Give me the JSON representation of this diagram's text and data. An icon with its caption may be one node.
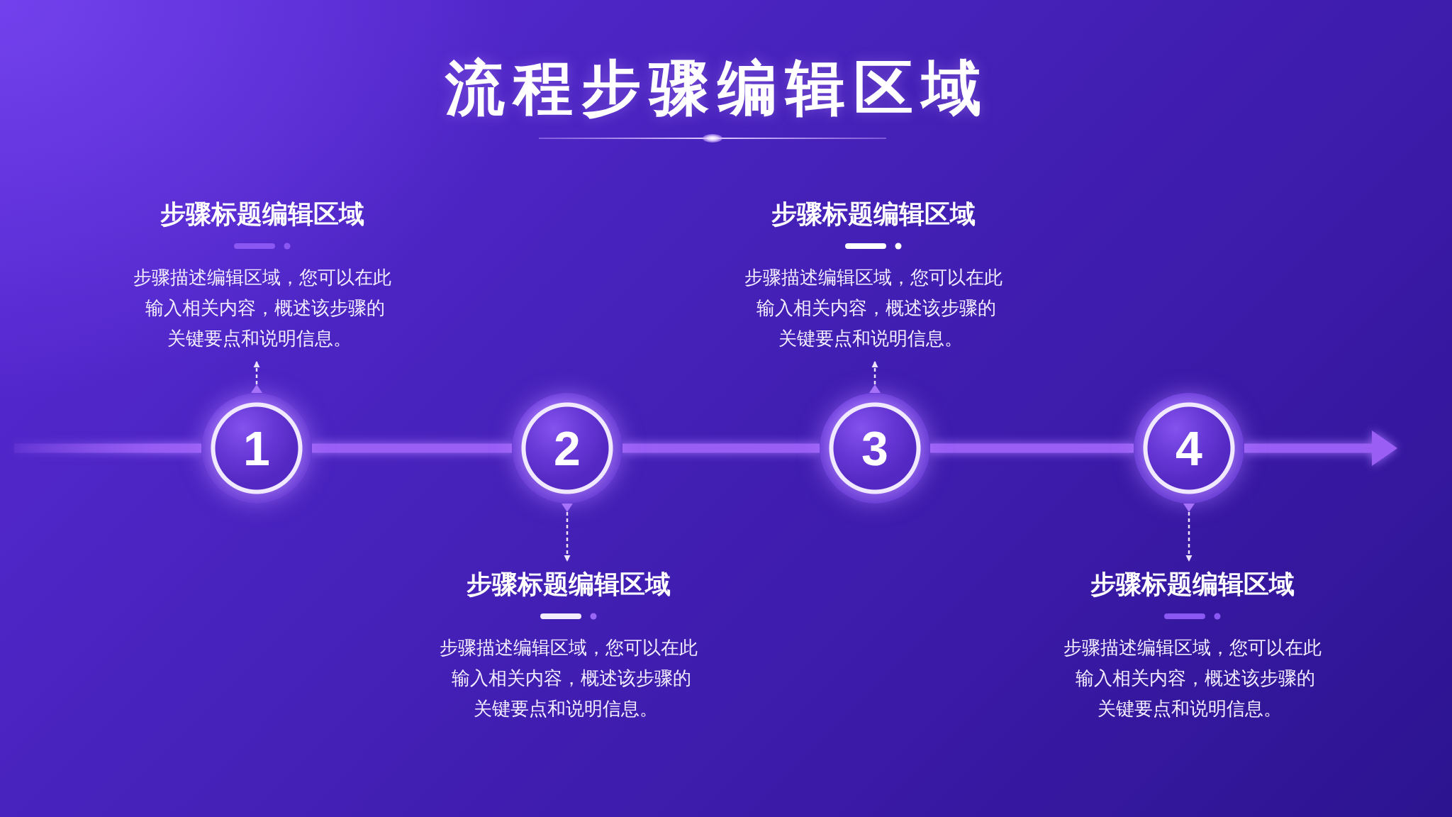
{
  "diagram": {
    "title": "流程步骤编辑区域",
    "nodes": [
      {
        "text": [
          "1"
        ]
      },
      {
        "text": [
          "2"
        ]
      },
      {
        "text": [
          "3"
        ]
      },
      {
        "text": [
          "4"
        ]
      },
      {
        "text": [
          "步骤标题编辑区域",
          "步骤描述编辑区域，您可以在此输入相关内容，概述该步骤的关键要点和说明信息。"
        ]
      },
      {
        "text": [
          "步骤标题编辑区域",
          "步骤描述编辑区域，您可以在此输入相关内容，概述该步骤的关键要点和说明信息。"
        ]
      },
      {
        "text": [
          "步骤标题编辑区域",
          "步骤描述编辑区域，您可以在此输入相关内容，概述该步骤的关键要点和说明信息。"
        ]
      },
      {
        "text": [
          "步骤标题编辑区域",
          "步骤描述编辑区域，您可以在此输入相关内容，概述该步骤的关键要点和说明信息。"
        ]
      }
    ],
    "edges": [
      {
        "from": null,
        "to": 0,
        "arrow": "none",
        "style": "thick"
      },
      {
        "from": 0,
        "to": 1,
        "arrow": "none",
        "style": "thick"
      },
      {
        "from": 1,
        "to": 2,
        "arrow": "none",
        "style": "thick"
      },
      {
        "from": 2,
        "to": 3,
        "arrow": "none",
        "style": "thick"
      },
      {
        "from": 3,
        "to": null,
        "arrow": "to",
        "style": "thick"
      },
      {
        "from": 0,
        "to": 4,
        "arrow": "to",
        "style": "dashed",
        "color": "#ece4ff"
      },
      {
        "from": 1,
        "to": 5,
        "arrow": "to",
        "style": "dashed",
        "color": "#ece4ff"
      },
      {
        "from": 2,
        "to": 6,
        "arrow": "to",
        "style": "dashed",
        "color": "#ece4ff"
      },
      {
        "from": 3,
        "to": 7,
        "arrow": "to",
        "style": "dashed",
        "color": "#ece4ff"
      }
    ]
  }
}
